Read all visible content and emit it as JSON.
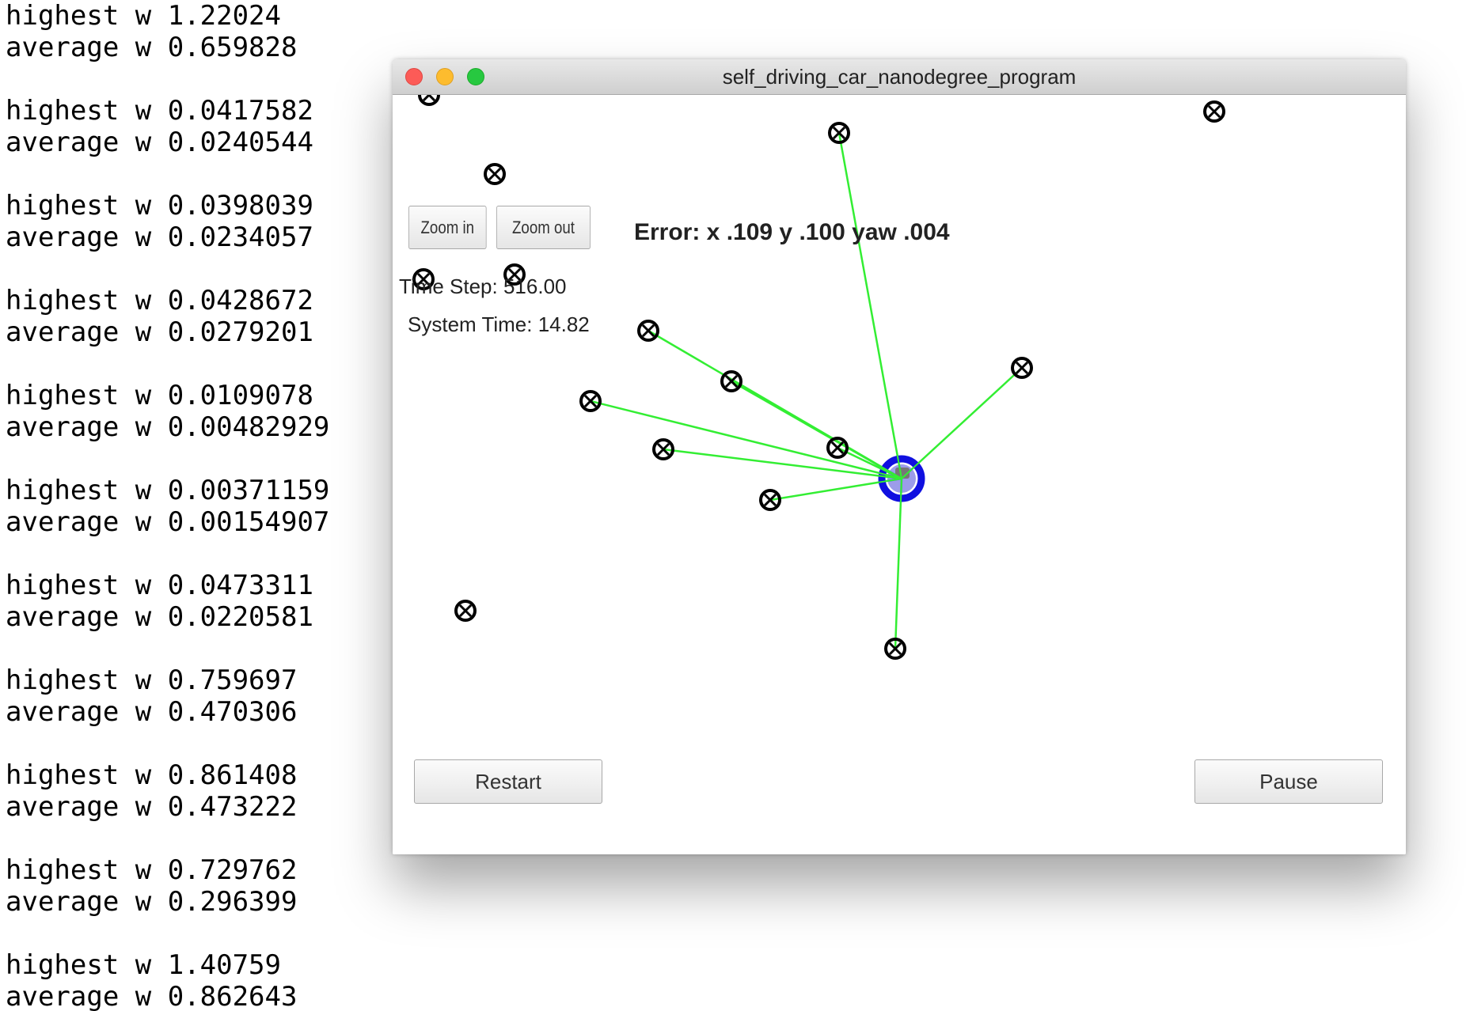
{
  "console": {
    "entries": [
      {
        "highest": "highest w 1.22024",
        "average": "average w 0.659828"
      },
      {
        "highest": "highest w 0.0417582",
        "average": "average w 0.0240544"
      },
      {
        "highest": "highest w 0.0398039",
        "average": "average w 0.0234057"
      },
      {
        "highest": "highest w 0.0428672",
        "average": "average w 0.0279201"
      },
      {
        "highest": "highest w 0.0109078",
        "average": "average w 0.00482929"
      },
      {
        "highest": "highest w 0.00371159",
        "average": "average w 0.00154907"
      },
      {
        "highest": "highest w 0.0473311",
        "average": "average w 0.0220581"
      },
      {
        "highest": "highest w 0.759697",
        "average": "average w 0.470306"
      },
      {
        "highest": "highest w 0.861408",
        "average": "average w 0.473222"
      },
      {
        "highest": "highest w 0.729762",
        "average": "average w 0.296399"
      },
      {
        "highest": "highest w 1.40759",
        "average": "average w 0.862643"
      }
    ]
  },
  "window": {
    "title": "self_driving_car_nanodegree_program"
  },
  "controls": {
    "zoom_in": "Zoom in",
    "zoom_out": "Zoom out",
    "restart": "Restart",
    "pause": "Pause"
  },
  "status": {
    "error": "Error: x .109 y .100 yaw .004",
    "time_step": "Time Step: 516.00",
    "system_time": "System Time: 14.82"
  },
  "colors": {
    "sensor_line": "#33ee33",
    "vehicle": "#1010e0",
    "landmark": "#000000"
  },
  "icons": {
    "landmark": "crossed-circle-icon",
    "vehicle": "car-icon"
  }
}
